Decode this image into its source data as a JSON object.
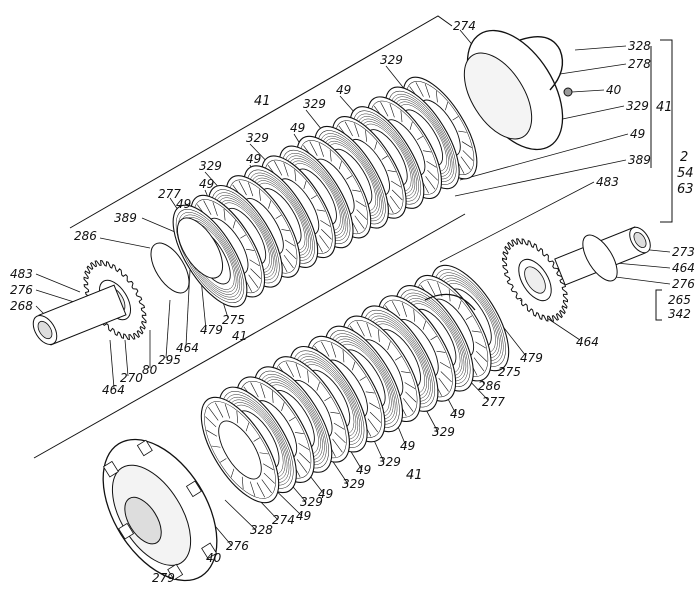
{
  "labels": {
    "u274": "274",
    "u328": "328",
    "u278": "278",
    "u40": "40",
    "u329r": "329",
    "u41r": "41",
    "u49r": "49",
    "u2": "2",
    "u54": "54",
    "u63": "63",
    "u389r": "389",
    "u483r": "483",
    "u329a": "329",
    "u49a": "49",
    "u329b": "329",
    "u49b": "49",
    "u329c": "329",
    "u49c": "49",
    "u329d": "329",
    "u49d": "49",
    "u277a": "277",
    "u49e": "49",
    "u389l": "389",
    "u41t": "41",
    "u286a": "286",
    "u483l": "483",
    "u276l": "276",
    "u268": "268",
    "u464a": "464",
    "u270": "270",
    "u80": "80",
    "u295": "295",
    "u464b": "464",
    "u479a": "479",
    "u275a": "275",
    "u41m": "41",
    "u273": "273",
    "u464c": "464",
    "u276r": "276",
    "u265": "265",
    "u342": "342",
    "u464d": "464",
    "u479b": "479",
    "u275b": "275",
    "u286b": "286",
    "u277b": "277",
    "u49f": "49",
    "u329e": "329",
    "u49g": "49",
    "u329f": "329",
    "u49h": "49",
    "u329g": "329",
    "u49i": "49",
    "u329h": "329",
    "u49j": "49",
    "u274b": "274",
    "u328b": "328",
    "u276b": "276",
    "u40b": "40",
    "u279": "279",
    "u41b": "41"
  }
}
